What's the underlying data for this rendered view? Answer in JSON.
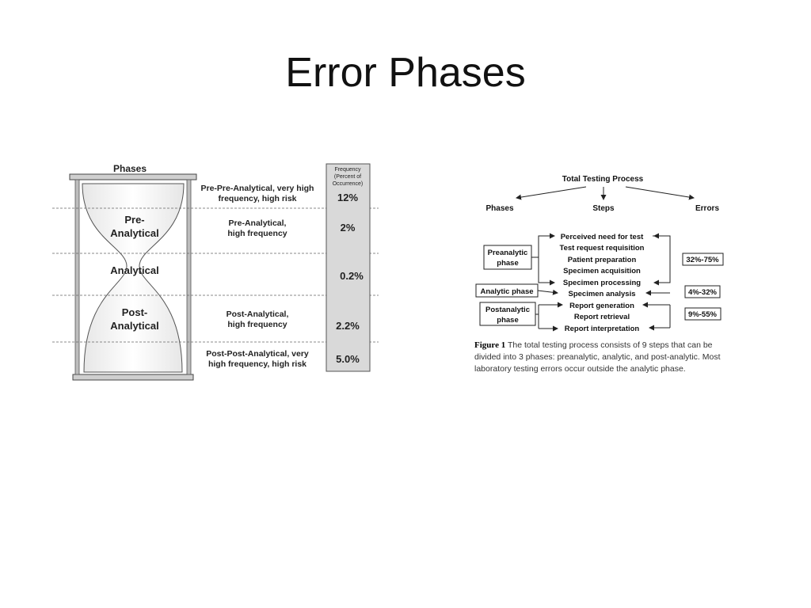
{
  "slide": {
    "title": "Error Phases"
  },
  "hourglass": {
    "header": "Phases",
    "phase_labels": {
      "pre_line1": "Pre-",
      "pre_line2": "Analytical",
      "analytical": "Analytical",
      "post_line1": "Post-",
      "post_line2": "Analytical"
    },
    "rows": [
      {
        "line1": "Pre-Pre-Analytical, very high",
        "line2": "frequency, high risk",
        "freq": "12%"
      },
      {
        "line1": "Pre-Analytical,",
        "line2": "high frequency",
        "freq": "2%"
      },
      {
        "line1": "",
        "line2": "",
        "freq": "0.2%"
      },
      {
        "line1": "Post-Analytical,",
        "line2": "high frequency",
        "freq": "2.2%"
      },
      {
        "line1": "Post-Post-Analytical, very",
        "line2": "high frequency, high risk",
        "freq": "5.0%"
      }
    ],
    "freq_header": [
      "Frequency",
      "(Percent of",
      "Occurrence)"
    ]
  },
  "process": {
    "title": "Total Testing Process",
    "columns": {
      "phases": "Phases",
      "steps": "Steps",
      "errors": "Errors"
    },
    "phases": {
      "pre_line1": "Preanalytic",
      "pre_line2": "phase",
      "analytic": "Analytic phase",
      "post_line1": "Postanalytic",
      "post_line2": "phase"
    },
    "steps": [
      "Perceived need for test",
      "Test request requisition",
      "Patient preparation",
      "Specimen acquisition",
      "Specimen processing",
      "Specimen analysis",
      "Report generation",
      "Report retrieval",
      "Report interpretation"
    ],
    "errors": {
      "pre": "32%-75%",
      "analytic": "4%-32%",
      "post": "9%-55%"
    },
    "caption": {
      "figure_label": "Figure 1",
      "text": "The total testing process consists of 9 steps that can be divided into 3 phases: preanalytic, analytic, and post-analytic. Most laboratory testing errors occur outside the analytic phase."
    }
  }
}
